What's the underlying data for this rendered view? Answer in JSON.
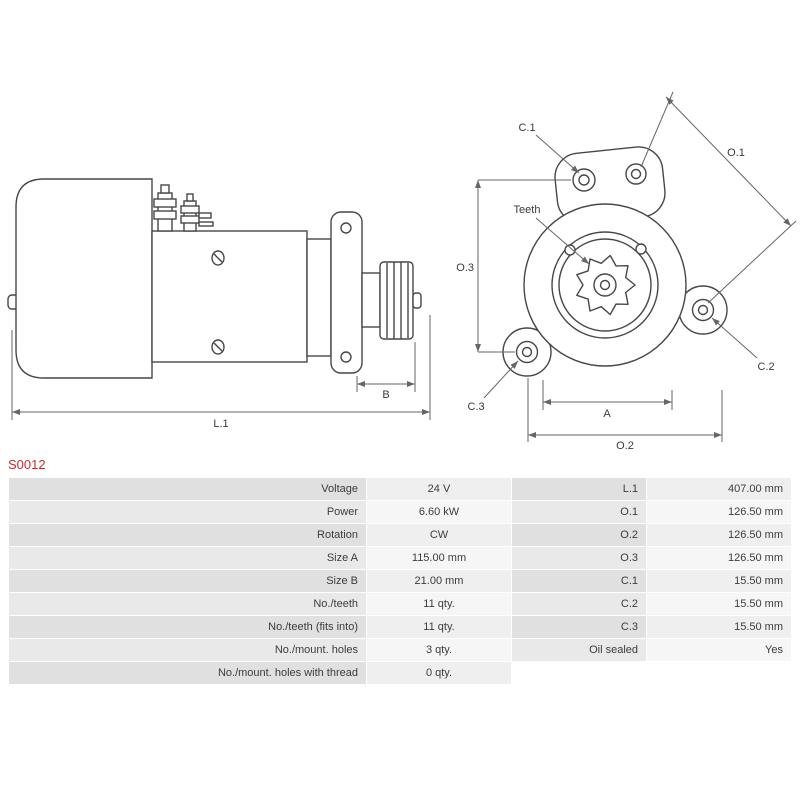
{
  "part_number": "S0012",
  "part_number_color": "#cc2a2a",
  "diagram": {
    "labels": {
      "l1": "L.1",
      "b": "B",
      "o1": "O.1",
      "o2": "O.2",
      "o3": "O.3",
      "a": "A",
      "c1": "C.1",
      "c2": "C.2",
      "c3": "C.3",
      "teeth": "Teeth"
    }
  },
  "table": {
    "rows": [
      {
        "left_label": "Voltage",
        "left_value": "24 V",
        "right_label": "L.1",
        "right_value": "407.00 mm"
      },
      {
        "left_label": "Power",
        "left_value": "6.60 kW",
        "right_label": "O.1",
        "right_value": "126.50 mm"
      },
      {
        "left_label": "Rotation",
        "left_value": "CW",
        "right_label": "O.2",
        "right_value": "126.50 mm"
      },
      {
        "left_label": "Size A",
        "left_value": "115.00 mm",
        "right_label": "O.3",
        "right_value": "126.50 mm"
      },
      {
        "left_label": "Size B",
        "left_value": "21.00 mm",
        "right_label": "C.1",
        "right_value": "15.50 mm"
      },
      {
        "left_label": "No./teeth",
        "left_value": "11 qty.",
        "right_label": "C.2",
        "right_value": "15.50 mm"
      },
      {
        "left_label": "No./teeth (fits into)",
        "left_value": "11 qty.",
        "right_label": "C.3",
        "right_value": "15.50 mm"
      },
      {
        "left_label": "No./mount. holes",
        "left_value": "3 qty.",
        "right_label": "Oil sealed",
        "right_value": "Yes"
      },
      {
        "left_label": "No./mount. holes with thread",
        "left_value": "0 qty.",
        "right_label": "",
        "right_value": ""
      }
    ]
  }
}
